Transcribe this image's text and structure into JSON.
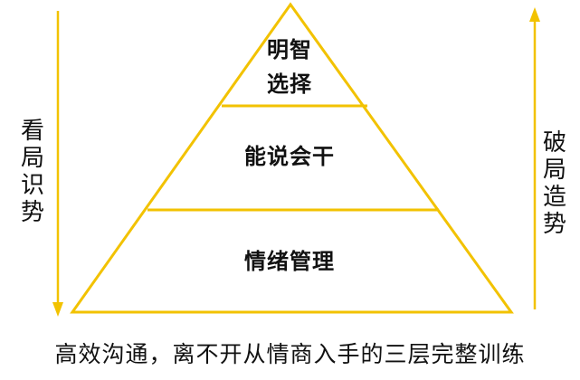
{
  "pyramid": {
    "top_lines": [
      "明智",
      "选择"
    ],
    "middle": "能说会干",
    "bottom": "情绪管理"
  },
  "left_axis": {
    "label": "看局识势",
    "direction": "down"
  },
  "right_axis": {
    "label": "破局造势",
    "direction": "up"
  },
  "caption": "高效沟通，离不开从情商入手的三层完整训练",
  "colors": {
    "arrow": "#f2c200",
    "outline": "#f2c200",
    "text": "#111111"
  }
}
